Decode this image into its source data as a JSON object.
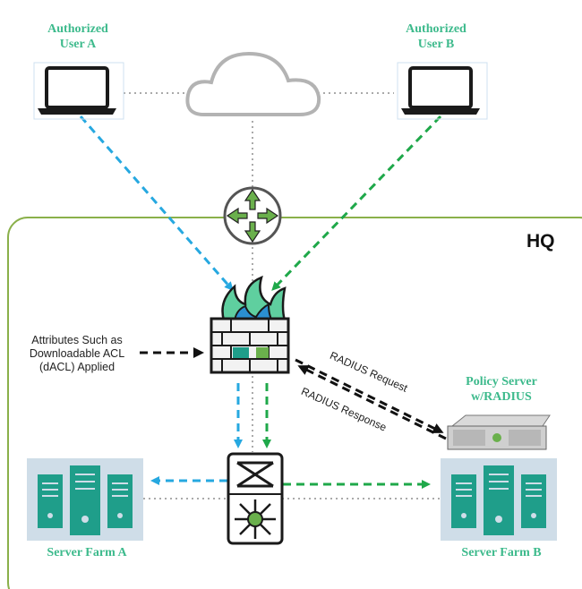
{
  "nodes": {
    "user_a": "Authorized\nUser A",
    "user_b": "Authorized\nUser B",
    "hq": "HQ",
    "attributes_note": "Attributes Such as\nDownloadable ACL\n(dACL) Applied",
    "policy_server": "Policy Server\nw/RADIUS",
    "server_farm_a": "Server Farm A",
    "server_farm_b": "Server Farm B"
  },
  "flows": {
    "radius_request": "RADIUS Request",
    "radius_response": "RADIUS Response"
  },
  "colors": {
    "green_label": "#3dba8c",
    "hq_border": "#8ab04a",
    "blue_flow": "#26a8e0",
    "green_flow": "#1fa84a",
    "teal_icon": "#1f9e8a",
    "server_bg": "#cfdde8"
  },
  "icons": [
    "laptop-icon",
    "cloud-icon",
    "router-icon",
    "firewall-icon",
    "switch-icon",
    "server-icon",
    "appliance-icon"
  ]
}
